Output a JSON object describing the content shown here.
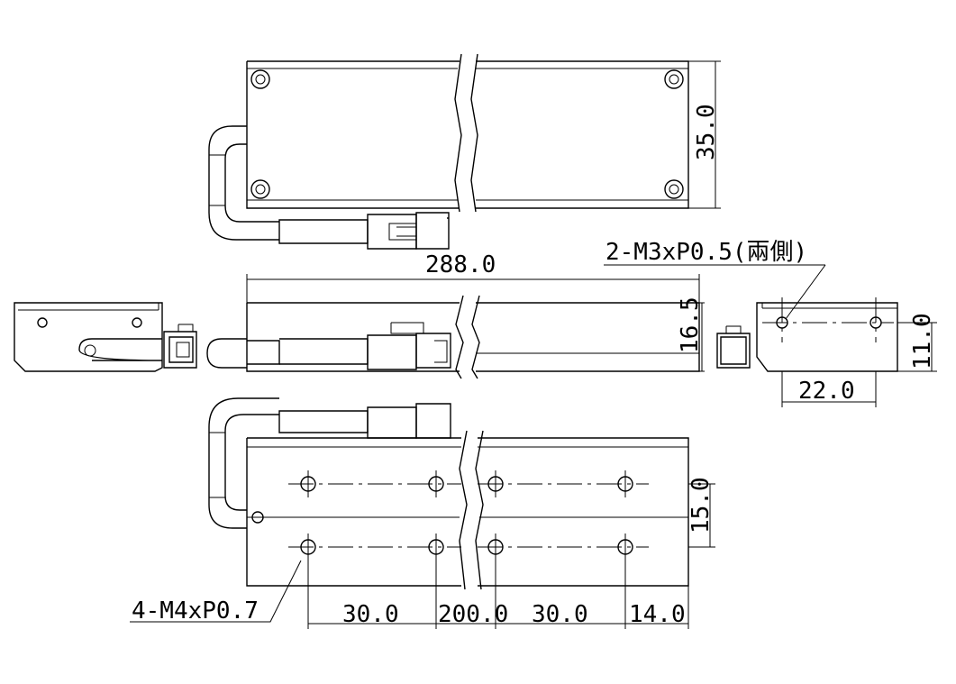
{
  "dimensions": {
    "length_total": "288.0",
    "height_side": "16.5",
    "width_top": "35.0",
    "end_height": "11.0",
    "end_hole_pitch": "22.0",
    "hole_row_pitch": "15.0",
    "pitch_a": "30.0",
    "pitch_mid": "200.0",
    "pitch_b": "30.0",
    "edge_offset": "14.0"
  },
  "callouts": {
    "end_thread": "2-M3xP0.5(兩側)",
    "bottom_thread": "4-M4xP0.7"
  },
  "colors": {
    "line": "#000000",
    "background": "#ffffff"
  }
}
